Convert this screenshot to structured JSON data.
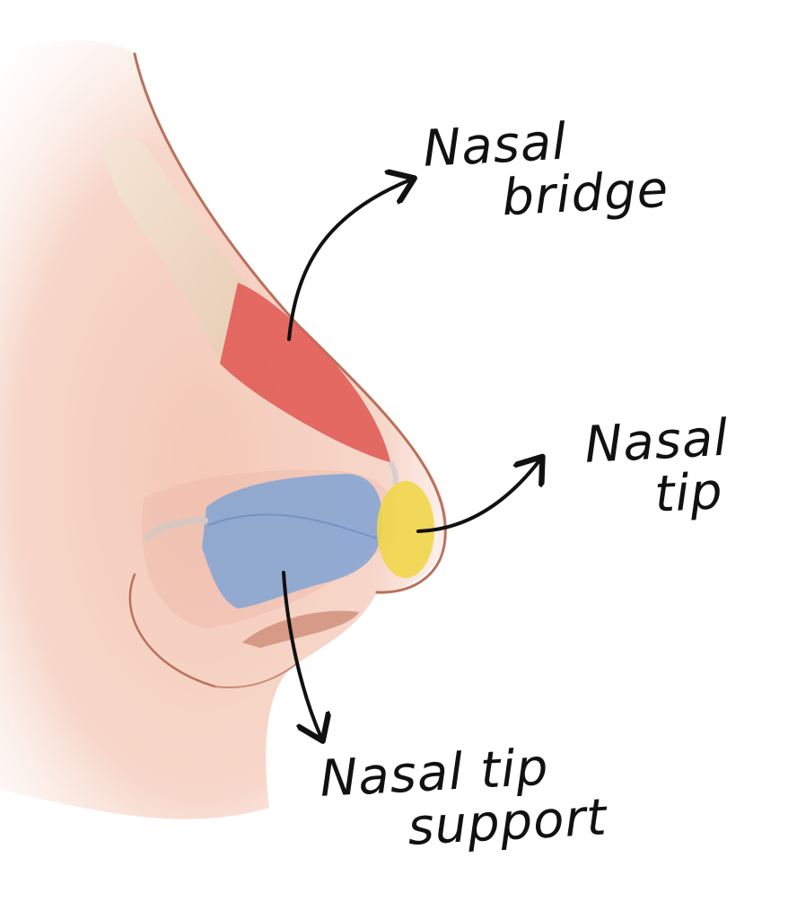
{
  "labels": {
    "bridge": [
      "Nasal",
      "bridge"
    ],
    "tip": [
      "Nasal",
      "tip"
    ],
    "support": [
      "Nasal tip",
      "support"
    ]
  },
  "colors": {
    "skin_light": "#fbe6de",
    "skin_mid": "#f2c6b6",
    "skin_shadow": "#e3a896",
    "outline": "#b9715c",
    "bone": "#efdcc8",
    "muscle_red": "#e05a54",
    "cartilage_blue": "#7da4d6",
    "tip_yellow": "#f1d64a",
    "arrow": "#111111"
  }
}
